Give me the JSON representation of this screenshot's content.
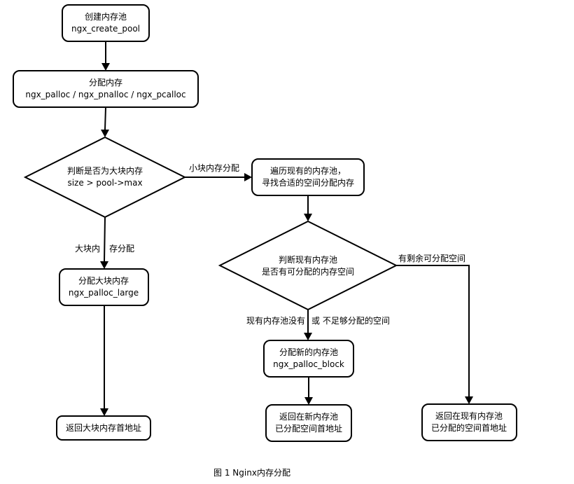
{
  "nodes": {
    "create_pool": {
      "line1": "创建内存池",
      "line2": "ngx_create_pool"
    },
    "alloc": {
      "line1": "分配内存",
      "line2": "ngx_palloc / ngx_pnalloc / ngx_pcalloc"
    },
    "check_size": {
      "line1": "判断是否为大块内存",
      "line2": "size > pool->max"
    },
    "traverse": {
      "line1": "遍历现有的内存池，",
      "line2": "寻找合适的空间分配内存"
    },
    "check_space": {
      "line1": "判断现有内存池",
      "line2": "是否有可分配的内存空间"
    },
    "alloc_large": {
      "line1": "分配大块内存",
      "line2": "ngx_palloc_large"
    },
    "alloc_block": {
      "line1": "分配新的内存池",
      "line2": "ngx_palloc_block"
    },
    "return_large": {
      "line1": "返回大块内存首地址"
    },
    "return_new": {
      "line1": "返回在新内存池",
      "line2": "已分配空间首地址"
    },
    "return_existing": {
      "line1": "返回在现有内存池",
      "line2": "已分配的空间首地址"
    }
  },
  "edge_labels": {
    "small": "小块内存分配",
    "large_a": "大块内",
    "large_b": "存分配",
    "has_space": "有剩余可分配空间",
    "no_space_a": "现有内存池没有",
    "no_space_b": "或 不足够分配的空间"
  },
  "caption": "图 1 Nginx内存分配"
}
